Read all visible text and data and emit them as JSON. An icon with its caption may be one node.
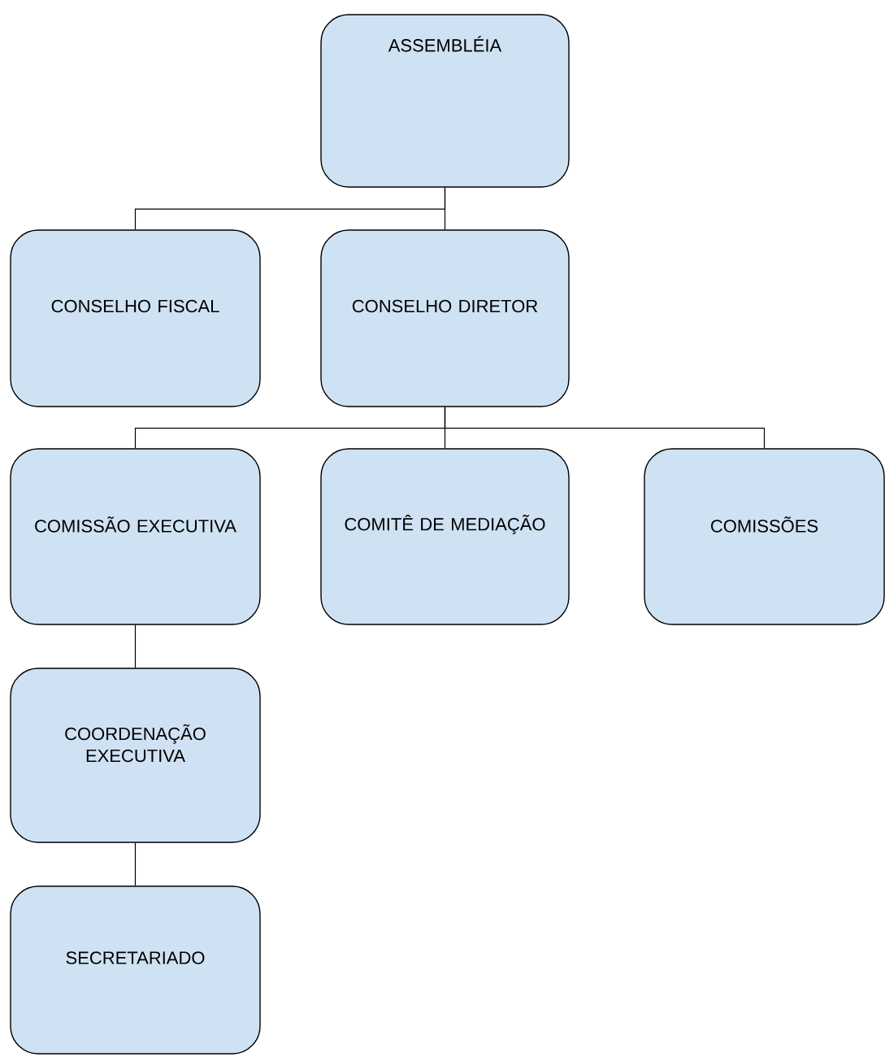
{
  "diagram": {
    "nodes": [
      {
        "text": [
          "ASSEMBLÉIA"
        ]
      },
      {
        "text": [
          "CONSELHO FISCAL"
        ]
      },
      {
        "text": [
          "CONSELHO DIRETOR"
        ]
      },
      {
        "text": [
          "COMISSÃO EXECUTIVA"
        ]
      },
      {
        "text": [
          "COMITÊ DE MEDIAÇÃO"
        ]
      },
      {
        "text": [
          "COMISSÕES"
        ]
      },
      {
        "text": [
          "COORDENAÇÃO EXECUTIVA"
        ]
      },
      {
        "text": [
          "SECRETARIADO"
        ]
      }
    ],
    "edges": [
      {
        "from": 0,
        "to": 1,
        "arrow": "none"
      },
      {
        "from": 0,
        "to": 2,
        "arrow": "none"
      },
      {
        "from": 2,
        "to": 3,
        "arrow": "none"
      },
      {
        "from": 2,
        "to": 4,
        "arrow": "none"
      },
      {
        "from": 2,
        "to": 5,
        "arrow": "none"
      },
      {
        "from": 3,
        "to": 6,
        "arrow": "none"
      },
      {
        "from": 6,
        "to": 7,
        "arrow": "none"
      }
    ]
  }
}
